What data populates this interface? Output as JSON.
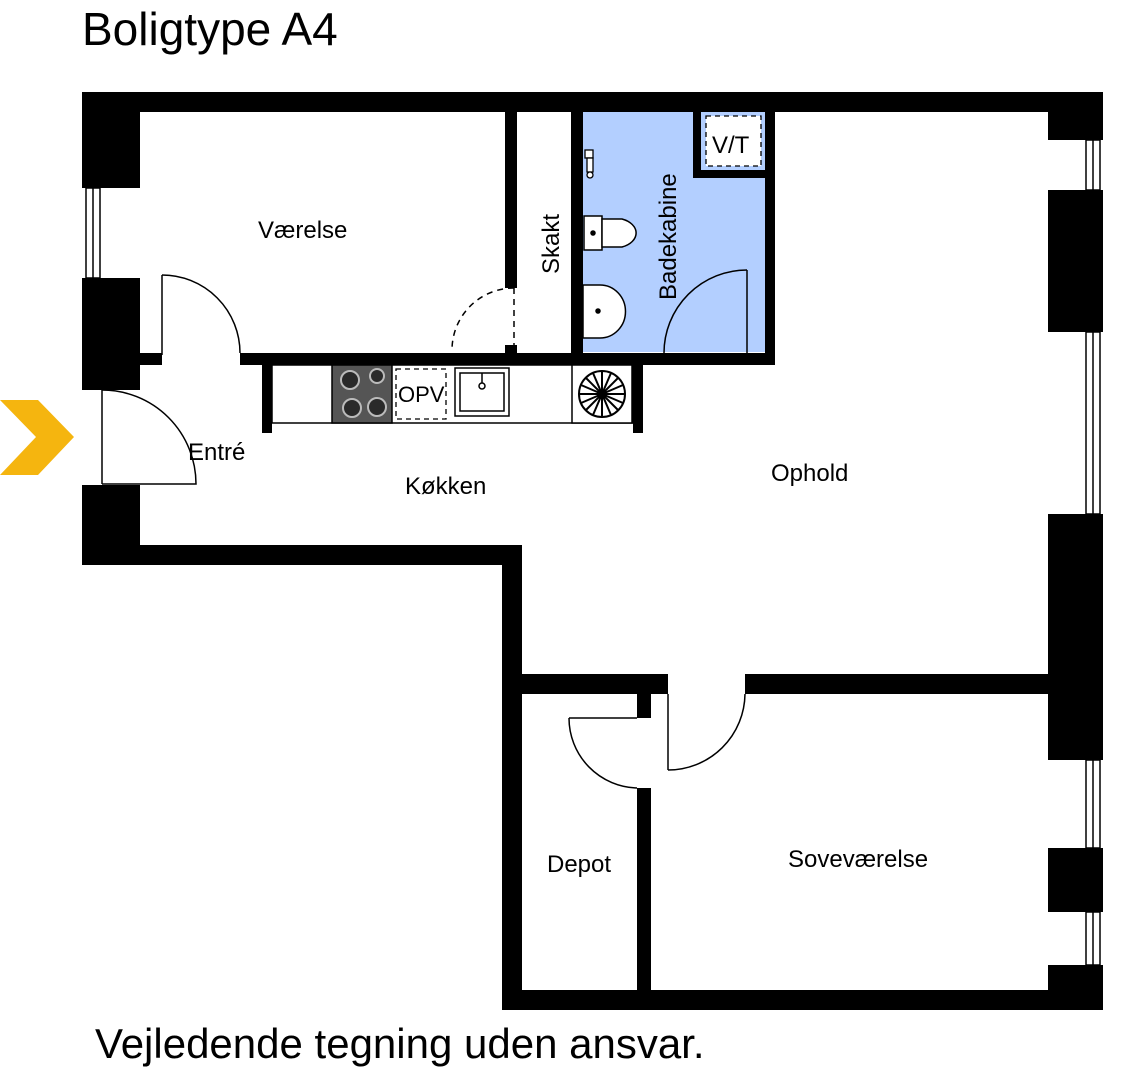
{
  "title": "Boligtype A4",
  "disclaimer": "Vejledende tegning uden ansvar.",
  "rooms": {
    "vaerelse": "Værelse",
    "skakt": "Skakt",
    "badekabine": "Badekabine",
    "vt": "V/T",
    "entre": "Entré",
    "kokken": "Køkken",
    "ophold": "Ophold",
    "opv": "OPV",
    "depot": "Depot",
    "sovevaerelse": "Soveværelse"
  },
  "colors": {
    "wall": "#000000",
    "bathroom": "#b3cfff",
    "entrance_arrow": "#f5b50f",
    "stove": "#555555"
  },
  "icons": {
    "entrance": "entrance-arrow-icon",
    "stove": "stove-icon",
    "sink": "kitchen-sink-icon",
    "fan": "extractor-fan-icon",
    "toilet": "toilet-icon",
    "washbasin": "washbasin-icon"
  }
}
